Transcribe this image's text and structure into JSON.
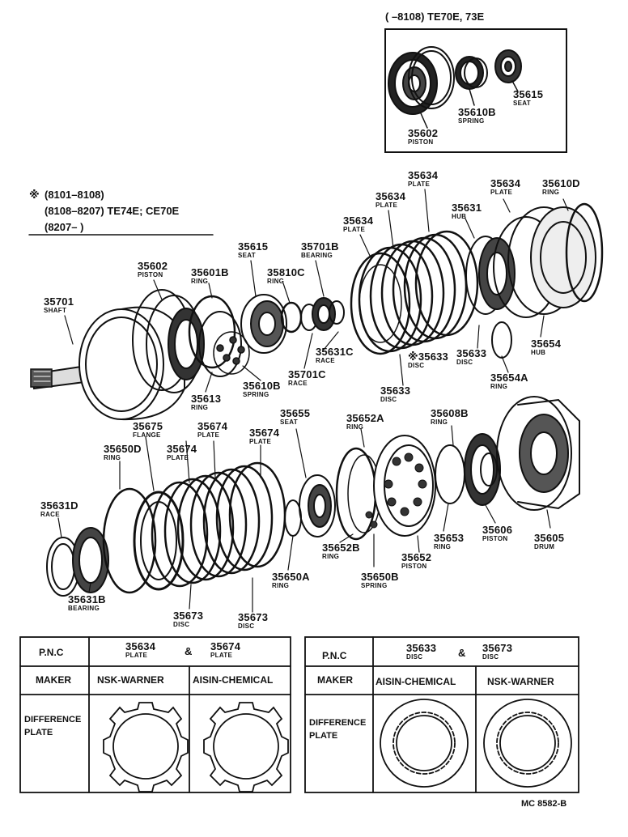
{
  "headers": {
    "inset_title": "(       –8108) TE70E, 73E",
    "note_mark": "※",
    "note_line1": "(8101–8108)",
    "note_line2": "(8108–8207) TE74E; CE70E",
    "note_line3": "(8207–          )"
  },
  "inset_labels": [
    {
      "pn": "35615",
      "name": "SEAT"
    },
    {
      "pn": "35610B",
      "name": "SPRING"
    },
    {
      "pn": "35602",
      "name": "PISTON"
    }
  ],
  "labels": [
    {
      "pn": "35634",
      "name": "PLATE"
    },
    {
      "pn": "35634",
      "name": "PLATE"
    },
    {
      "pn": "35610D",
      "name": "RING"
    },
    {
      "pn": "35634",
      "name": "PLATE"
    },
    {
      "pn": "35631",
      "name": "HUB"
    },
    {
      "pn": "35634",
      "name": "PLATE"
    },
    {
      "pn": "35615",
      "name": "SEAT"
    },
    {
      "pn": "35701B",
      "name": "BEARING"
    },
    {
      "pn": "35602",
      "name": "PISTON"
    },
    {
      "pn": "35601B",
      "name": "RING"
    },
    {
      "pn": "35810C",
      "name": "RING"
    },
    {
      "pn": "35701",
      "name": "SHAFT"
    },
    {
      "pn": "35631C",
      "name": "RACE"
    },
    {
      "pn": "※35633",
      "name": "DISC"
    },
    {
      "pn": "35633",
      "name": "DISC"
    },
    {
      "pn": "35654",
      "name": "HUB"
    },
    {
      "pn": "35701C",
      "name": "RACE"
    },
    {
      "pn": "35654A",
      "name": "RING"
    },
    {
      "pn": "35610B",
      "name": "SPRING"
    },
    {
      "pn": "35633",
      "name": "DISC"
    },
    {
      "pn": "35613",
      "name": "RING"
    },
    {
      "pn": "35655",
      "name": "SEAT"
    },
    {
      "pn": "35675",
      "name": "FLANGE"
    },
    {
      "pn": "35674",
      "name": "PLATE"
    },
    {
      "pn": "35652A",
      "name": "RING"
    },
    {
      "pn": "35608B",
      "name": "RING"
    },
    {
      "pn": "35650D",
      "name": "RING"
    },
    {
      "pn": "35674",
      "name": "PLATE"
    },
    {
      "pn": "35674",
      "name": "PLATE"
    },
    {
      "pn": "35631D",
      "name": "RACE"
    },
    {
      "pn": "35653",
      "name": "RING"
    },
    {
      "pn": "35606",
      "name": "PISTON"
    },
    {
      "pn": "35605",
      "name": "DRUM"
    },
    {
      "pn": "35652B",
      "name": "RING"
    },
    {
      "pn": "35652",
      "name": "PISTON"
    },
    {
      "pn": "35650A",
      "name": "RING"
    },
    {
      "pn": "35650B",
      "name": "SPRING"
    },
    {
      "pn": "35631B",
      "name": "BEARING"
    },
    {
      "pn": "35673",
      "name": "DISC"
    },
    {
      "pn": "35673",
      "name": "DISC"
    }
  ],
  "table_left": {
    "pnc_label": "P.N.C",
    "pn1": "35634",
    "pn1_name": "PLATE",
    "amp": "&",
    "pn2": "35674",
    "pn2_name": "PLATE",
    "maker_label": "MAKER",
    "maker1": "NSK-WARNER",
    "maker2": "AISIN-CHEMICAL",
    "diff_label": "DIFFERENCE",
    "diff_label2": "PLATE"
  },
  "table_right": {
    "pnc_label": "P.N.C",
    "pn1": "35633",
    "pn1_name": "DISC",
    "amp": "&",
    "pn2": "35673",
    "pn2_name": "DISC",
    "maker_label": "MAKER",
    "maker1": "AISIN-CHEMICAL",
    "maker2": "NSK-WARNER",
    "diff_label": "DIFFERENCE",
    "diff_label2": "PLATE"
  },
  "footer": {
    "code": "MC 8582-B"
  }
}
